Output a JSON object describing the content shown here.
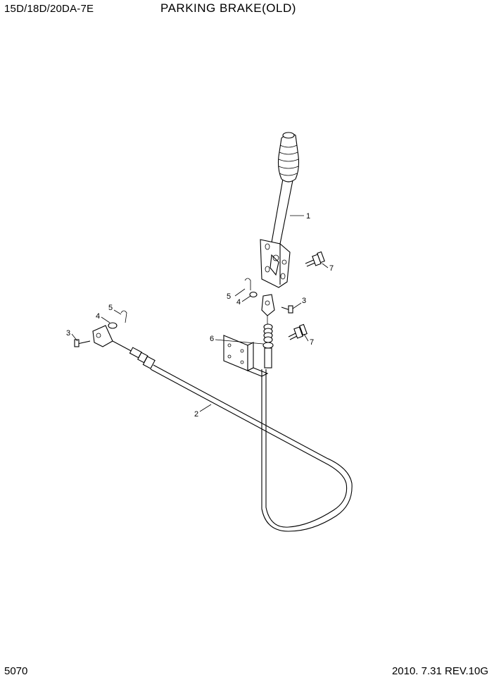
{
  "header": {
    "model": "15D/18D/20DA-7E",
    "title": "PARKING BRAKE(OLD)"
  },
  "footer": {
    "page_number": "5070",
    "date_rev": "2010. 7.31  REV.10G"
  },
  "callouts": [
    {
      "id": "c1",
      "label": "1"
    },
    {
      "id": "c2",
      "label": "2"
    },
    {
      "id": "c3a",
      "label": "3"
    },
    {
      "id": "c3b",
      "label": "3"
    },
    {
      "id": "c4a",
      "label": "4"
    },
    {
      "id": "c4b",
      "label": "4"
    },
    {
      "id": "c5a",
      "label": "5"
    },
    {
      "id": "c5b",
      "label": "5"
    },
    {
      "id": "c6",
      "label": "6"
    },
    {
      "id": "c7a",
      "label": "7"
    },
    {
      "id": "c7b",
      "label": "7"
    }
  ]
}
